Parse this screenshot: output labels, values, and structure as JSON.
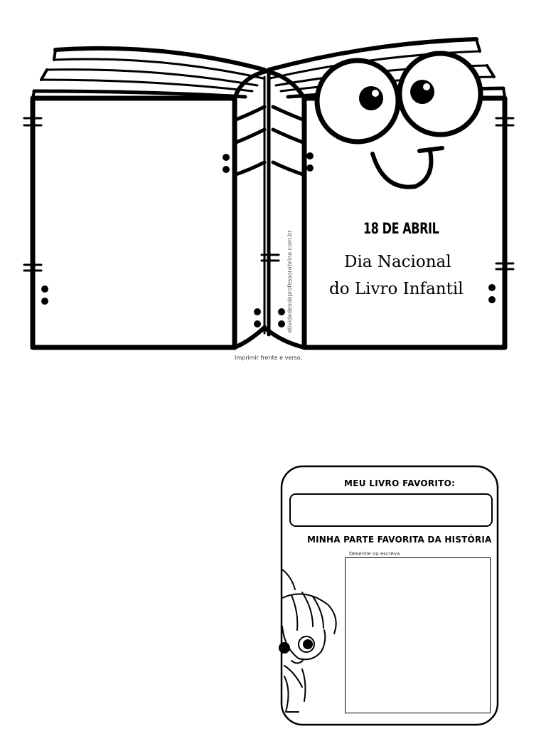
{
  "book": {
    "date": "18 DE ABRIL",
    "title_line1": "Dia Nacional",
    "title_line2": "do Livro Infantil",
    "website": "atividadesdaprofessorabrina.com.br",
    "print_note": "Imprimir frente e verso."
  },
  "card": {
    "heading_book": "MEU LIVRO FAVORITO:",
    "heading_part": "MINHA PARTE FAVORITA DA HISTÓRIA",
    "draw_hint": "Desenhe ou escreva",
    "favorite_book_value": ""
  },
  "colors": {
    "ink": "#000000",
    "paper": "#ffffff"
  },
  "icons": [
    "eye-icon",
    "smile-icon",
    "girl-illustration"
  ]
}
